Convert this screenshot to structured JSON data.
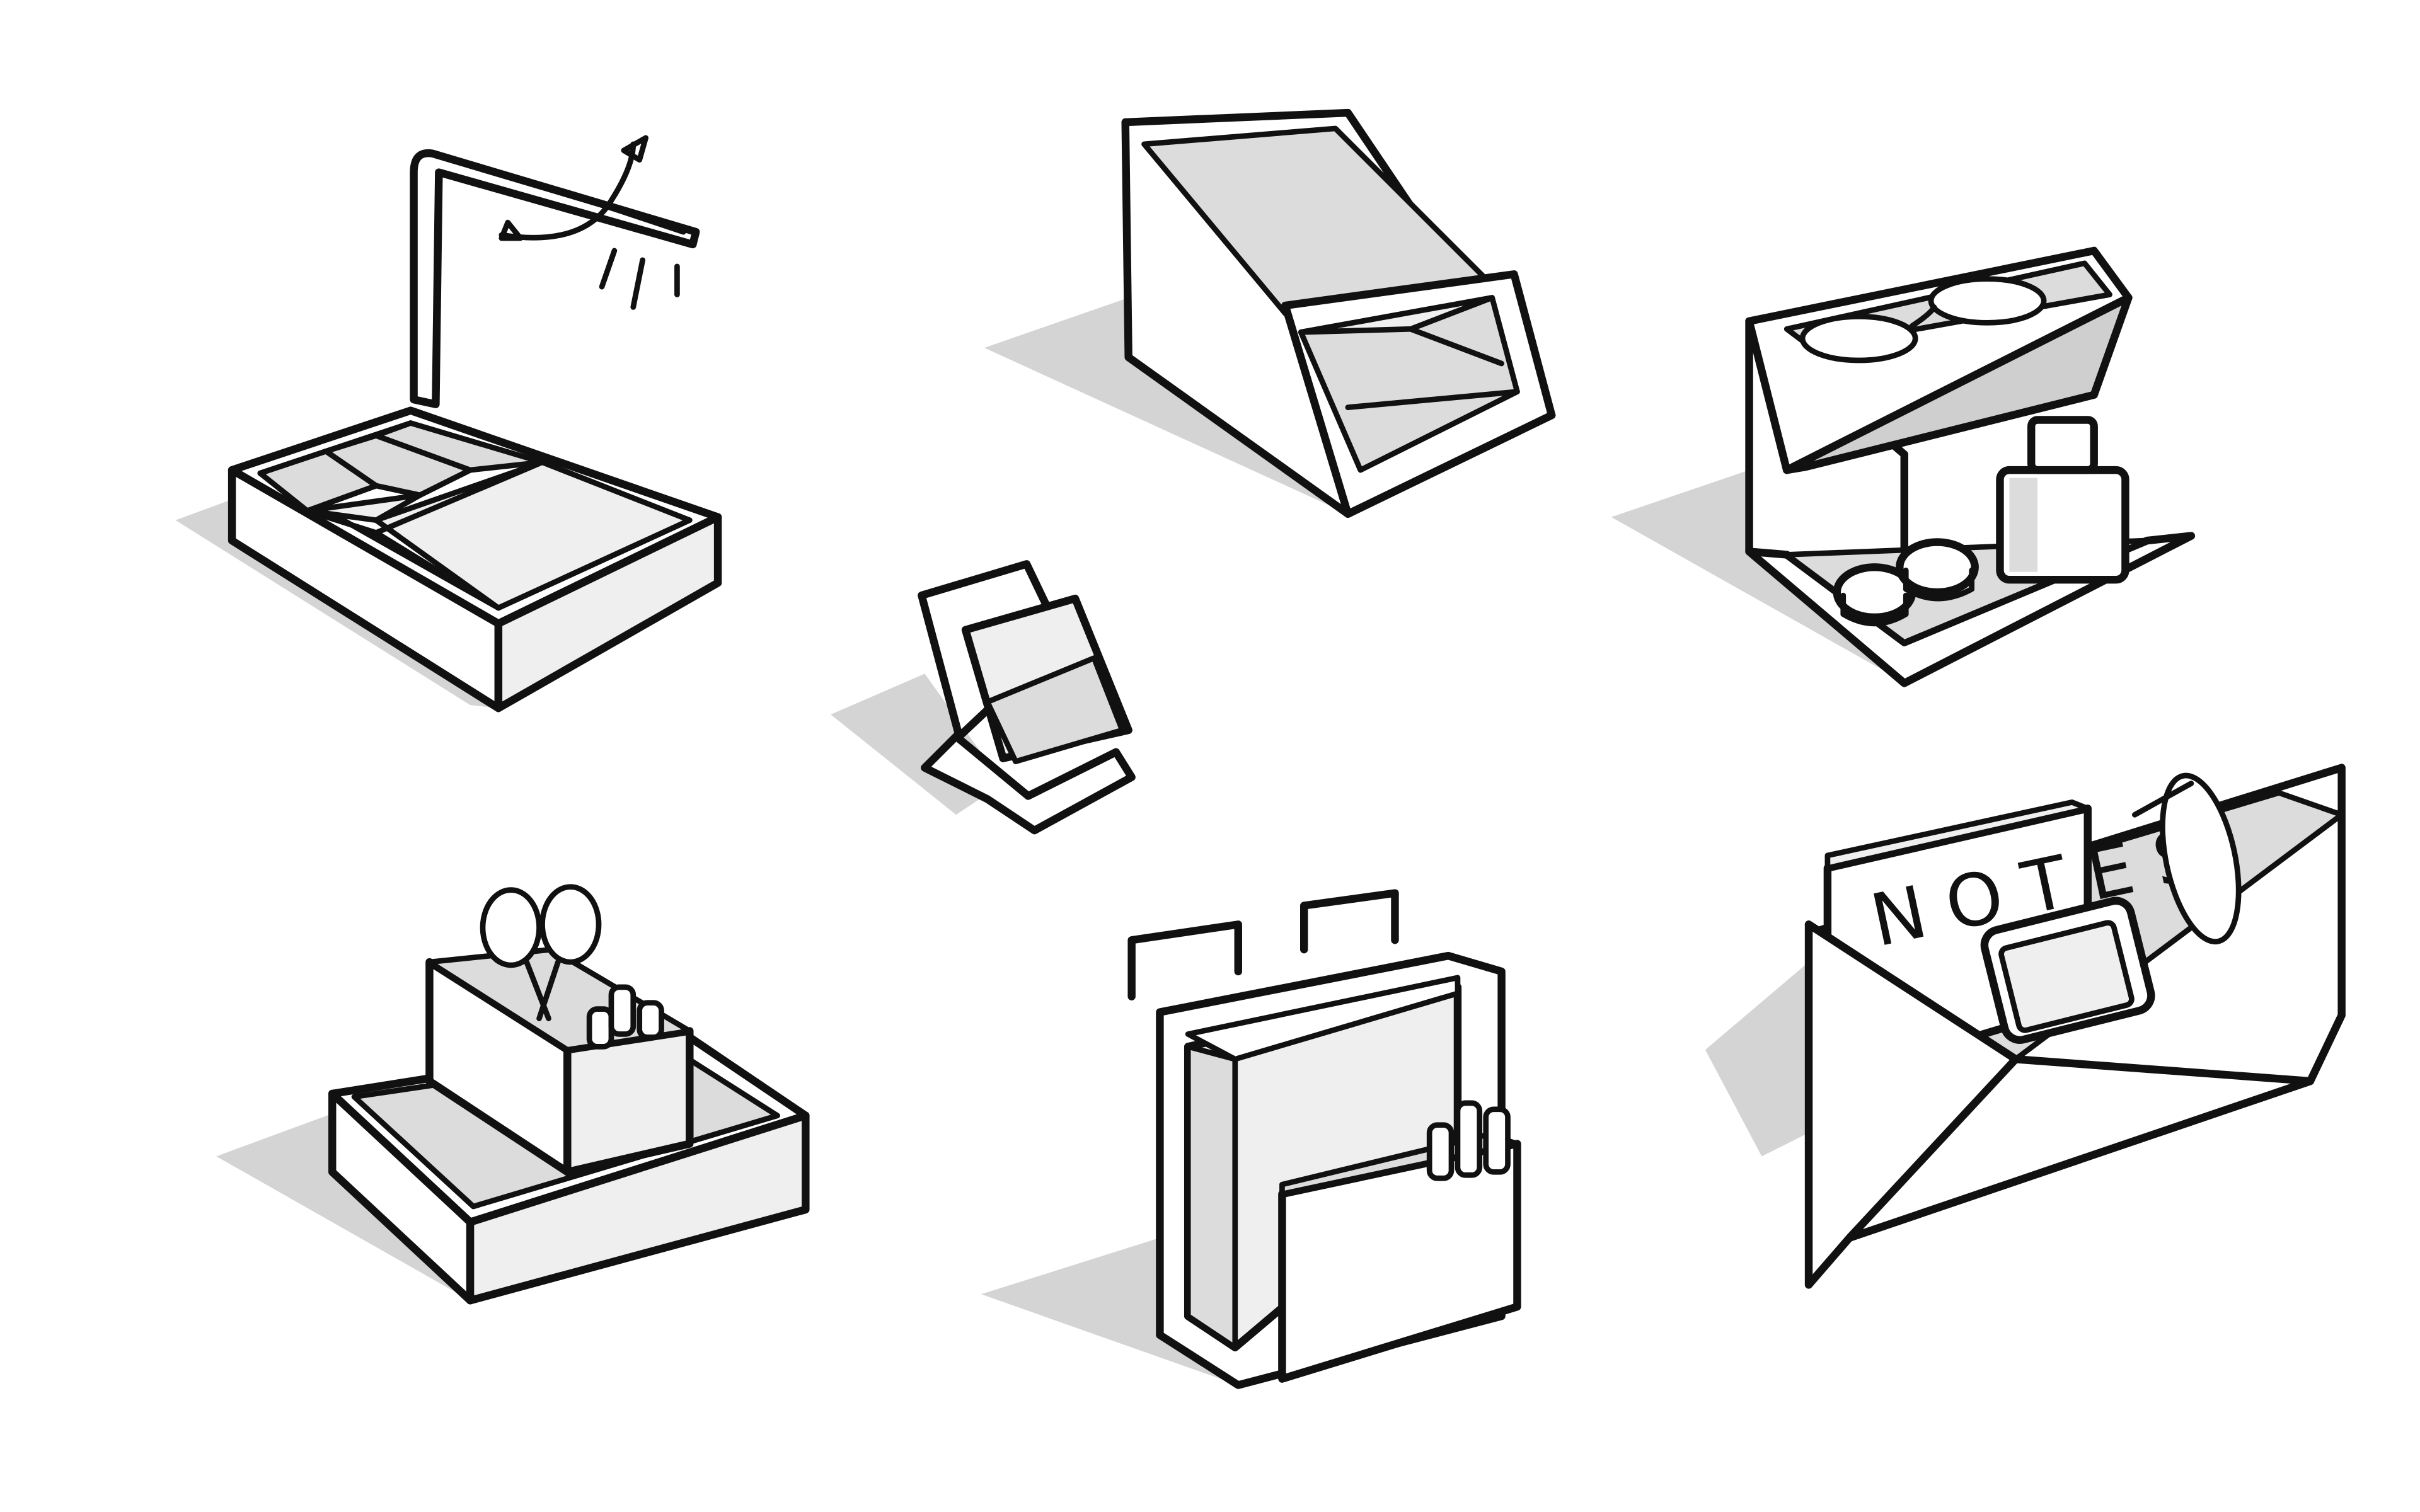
{
  "sketch_sheet": {
    "background_color": "#ffffff",
    "ink_color": "#111111",
    "shadow_color": "#d4d4d4",
    "items": [
      {
        "id": "tray-with-lamp",
        "icon": "desk-tray-with-swivel-lamp"
      },
      {
        "id": "tablet-stand",
        "icon": "angled-tablet-stand"
      },
      {
        "id": "glasses-shelf",
        "icon": "wall-shelf-with-glasses-and-contact-case"
      },
      {
        "id": "phone-stand",
        "icon": "folded-phone-stand"
      },
      {
        "id": "pen-caddy",
        "icon": "desk-caddy-with-scissors-and-pens"
      },
      {
        "id": "hanging-file",
        "icon": "over-door-hanging-book-holder"
      },
      {
        "id": "wall-pocket",
        "icon": "wall-pocket-organizer"
      }
    ],
    "wall_pocket": {
      "notebook_label": "NOTES"
    }
  }
}
